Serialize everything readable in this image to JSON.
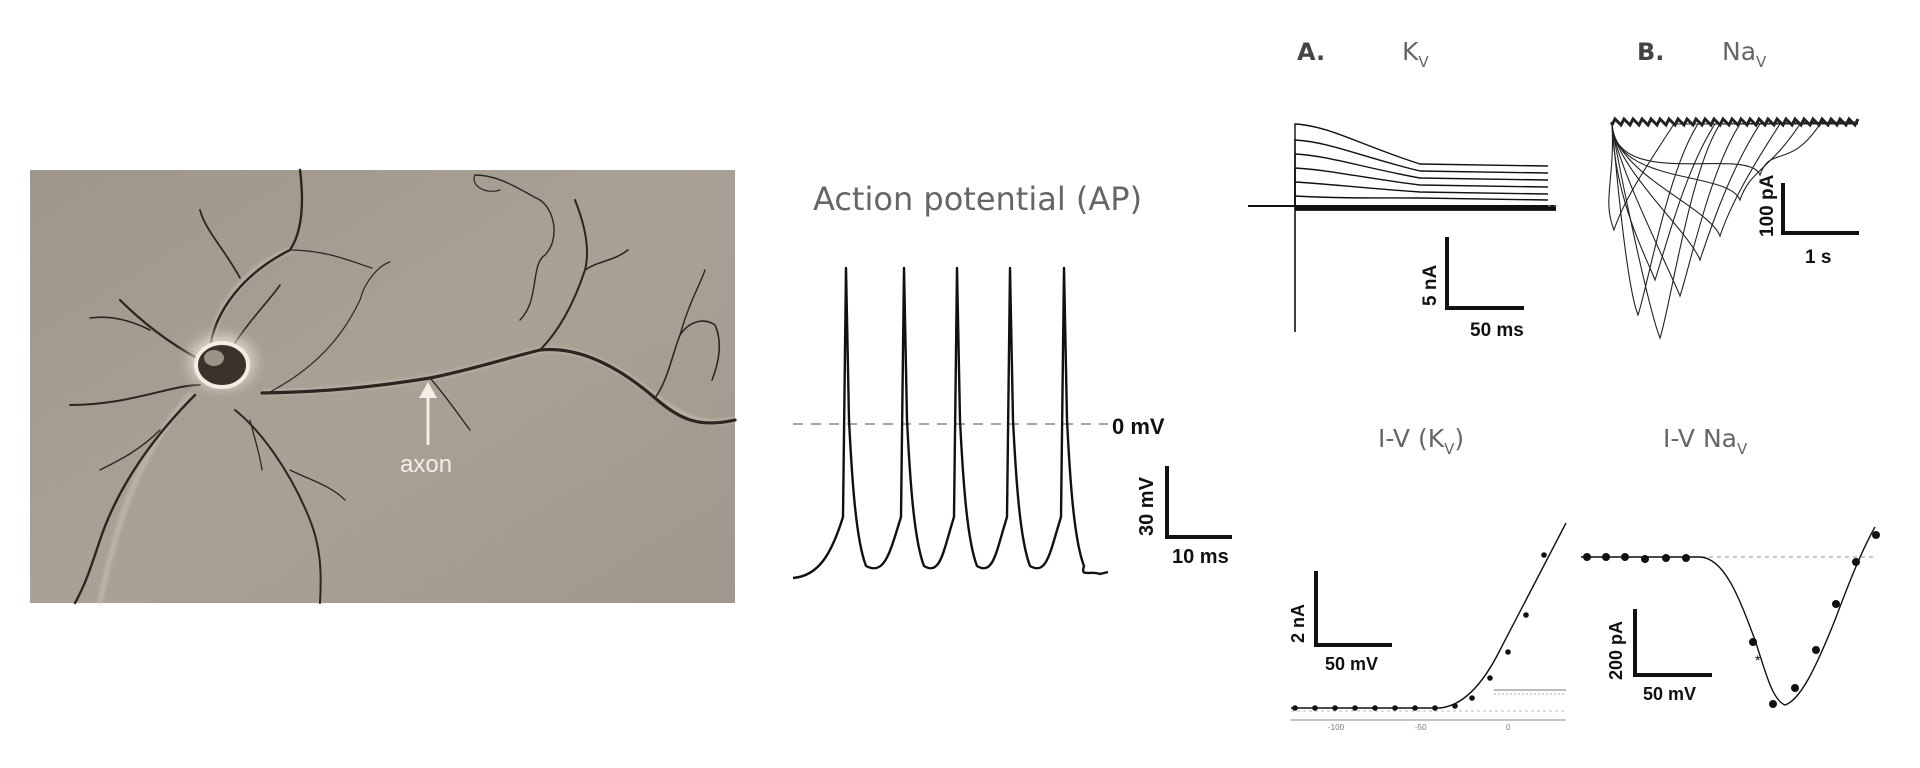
{
  "neuron": {
    "arrow_label": "axon"
  },
  "action_potential": {
    "title": "Action potential (AP)",
    "zero_label": "0 mV",
    "scale_v": "30 mV",
    "scale_t": "10 ms"
  },
  "panel_a": {
    "letter": "A.",
    "channel_base": "K",
    "channel_sub": "V",
    "scale_v": "5 nA",
    "scale_t": "50 ms"
  },
  "panel_b": {
    "letter": "B.",
    "channel_base": "Na",
    "channel_sub": "V",
    "scale_v": "100 pA",
    "scale_t": "1 s"
  },
  "iv_k": {
    "title_base": "I-V (K",
    "title_sub": "V",
    "title_end": ")",
    "scale_v": "2 nA",
    "scale_t": "50 mV",
    "axis_ticks": [
      "-100",
      "-50",
      "0"
    ]
  },
  "iv_na": {
    "title_base": "I-V Na",
    "title_sub": "V",
    "scale_v": "200 pA",
    "scale_t": "50 mV"
  },
  "colors": {
    "photo_bg": "#a59c92",
    "trace": "#111111",
    "gray_text": "#666666"
  }
}
